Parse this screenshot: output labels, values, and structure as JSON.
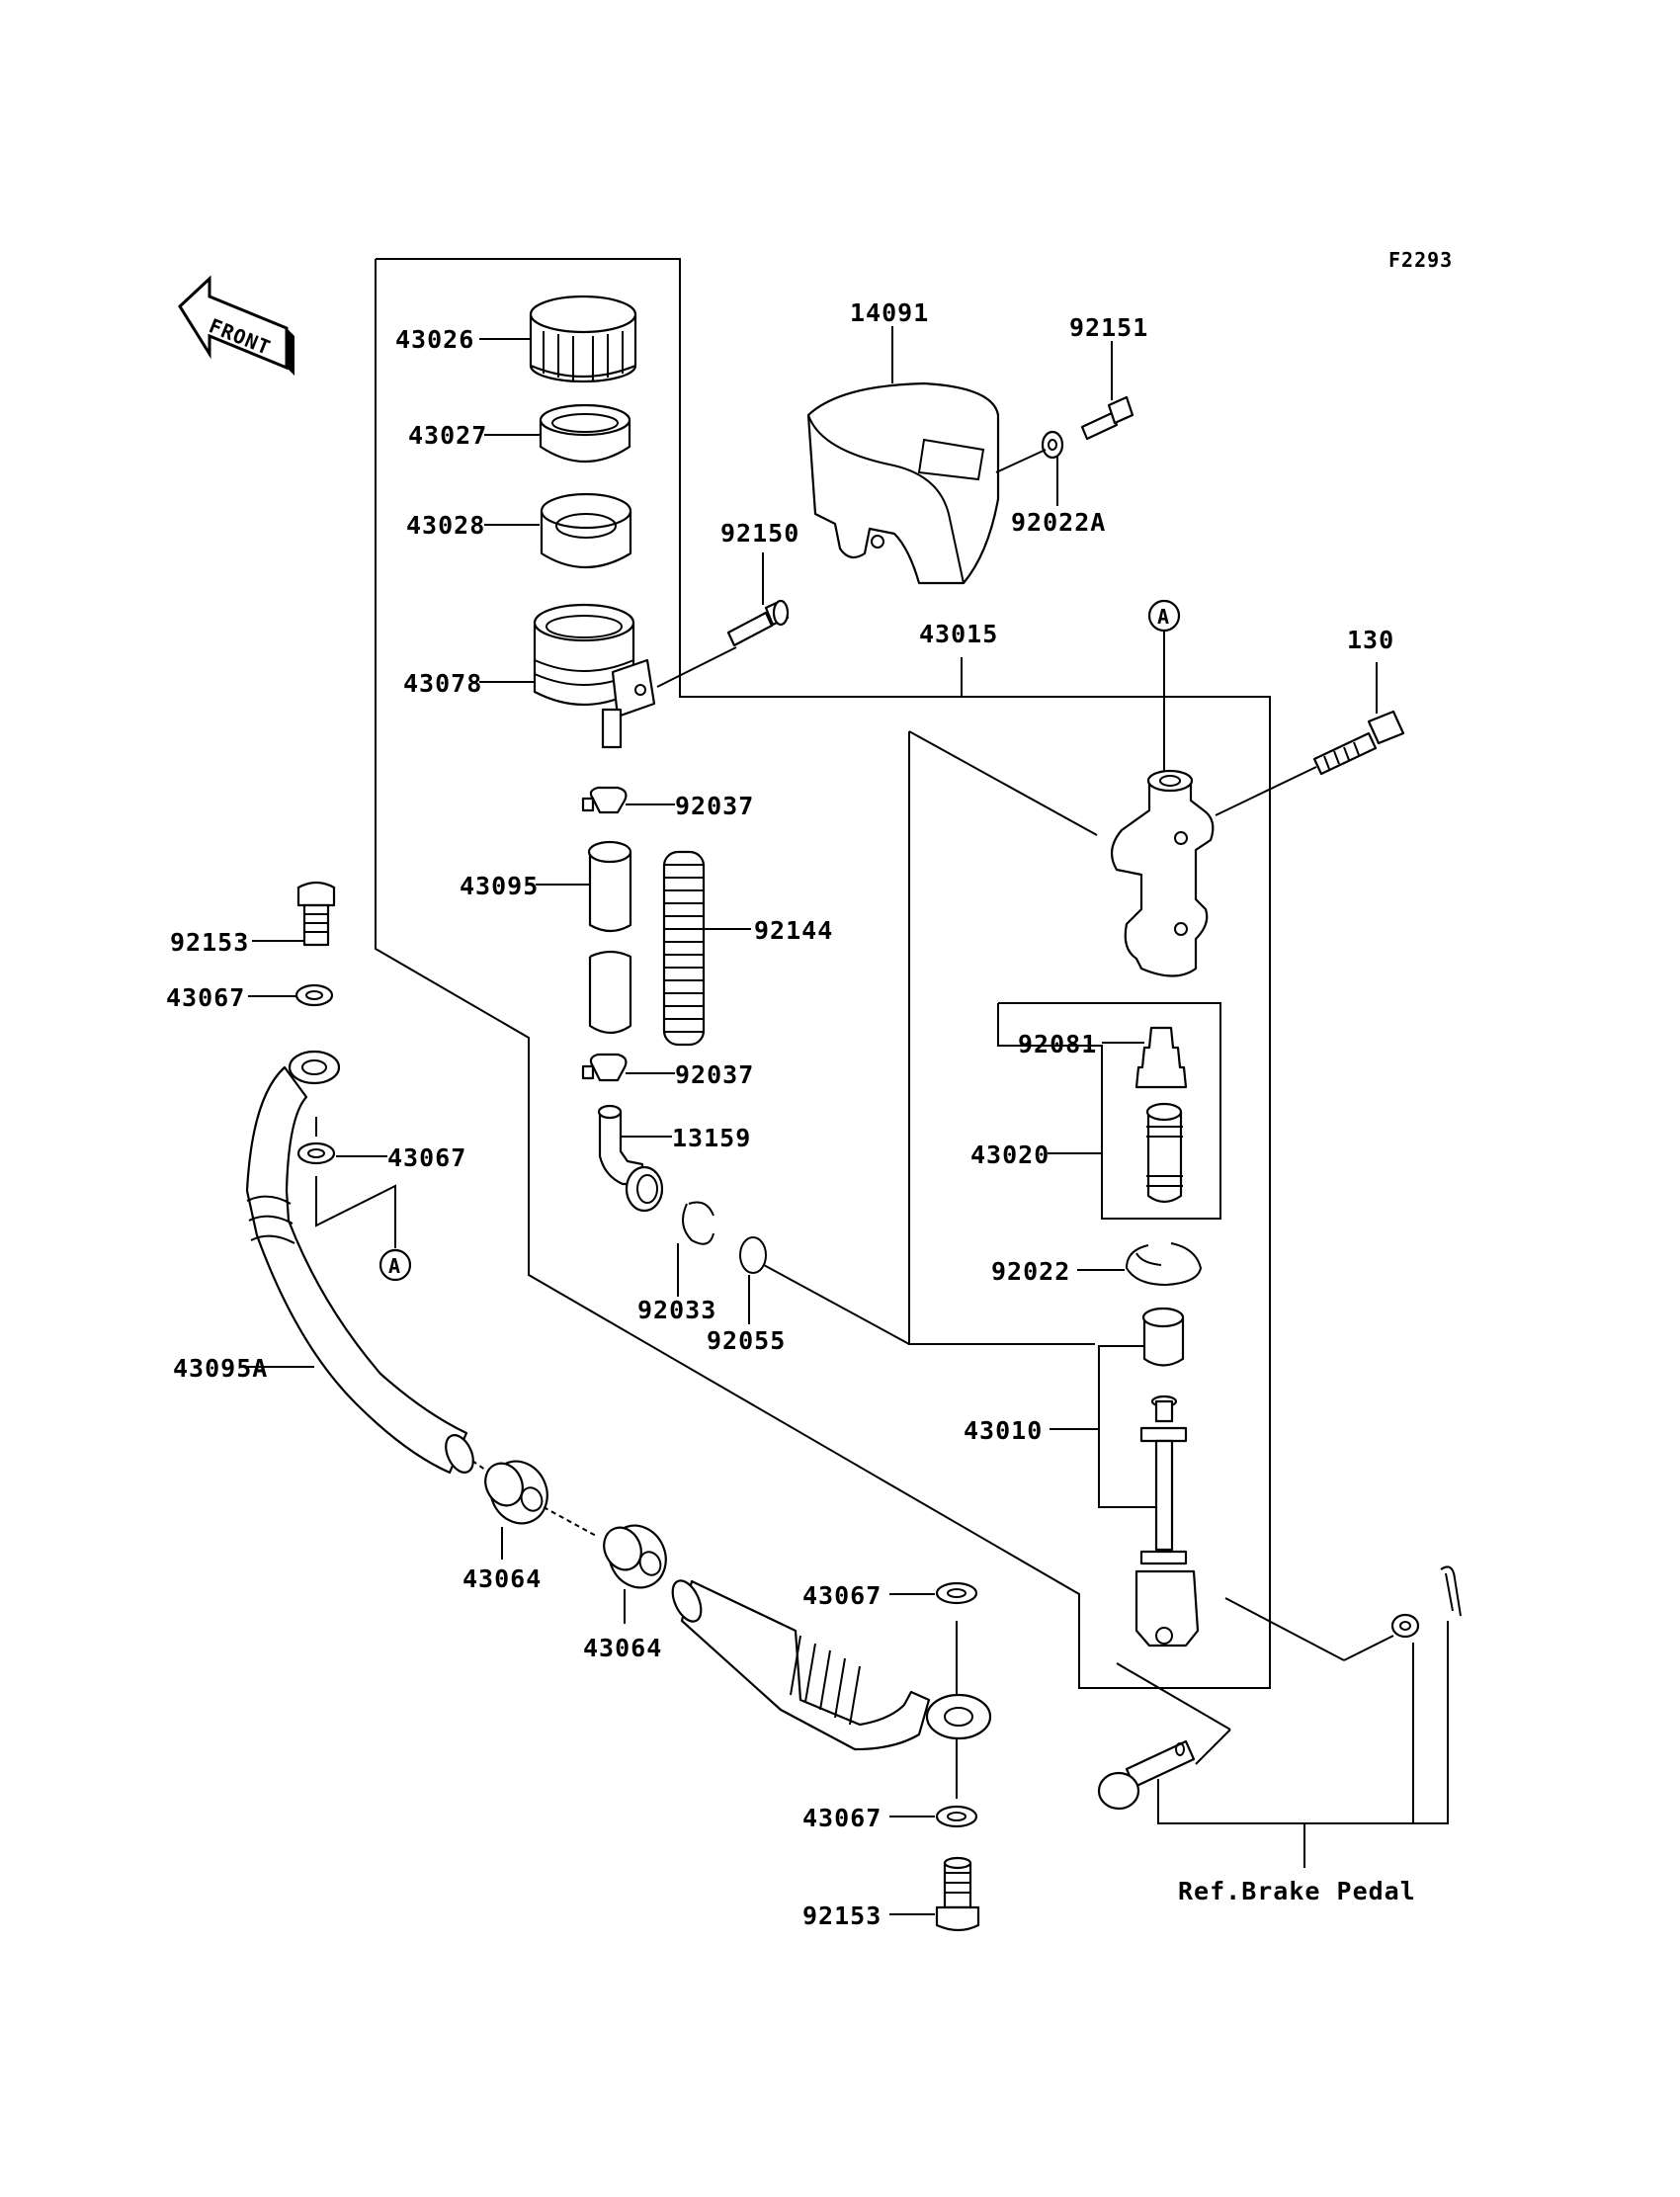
{
  "figure_code": "F2293",
  "front_label": "FRONT",
  "ref_note": "Ref.Brake Pedal",
  "callout_a": "A",
  "parts": {
    "p43026": "43026",
    "p43027": "43027",
    "p43028": "43028",
    "p43078": "43078",
    "p14091": "14091",
    "p92151": "92151",
    "p92022A": "92022A",
    "p92150": "92150",
    "p43015": "43015",
    "p130": "130",
    "p92037a": "92037",
    "p43095": "43095",
    "p92144": "92144",
    "p92037b": "92037",
    "p13159": "13159",
    "p92033": "92033",
    "p92055": "92055",
    "p92153a": "92153",
    "p43067a": "43067",
    "p43067b": "43067",
    "p43095A": "43095A",
    "p43064a": "43064",
    "p43064b": "43064",
    "p43067c": "43067",
    "p43067d": "43067",
    "p92153b": "92153",
    "p92081": "92081",
    "p43020": "43020",
    "p92022": "92022",
    "p43010": "43010"
  }
}
